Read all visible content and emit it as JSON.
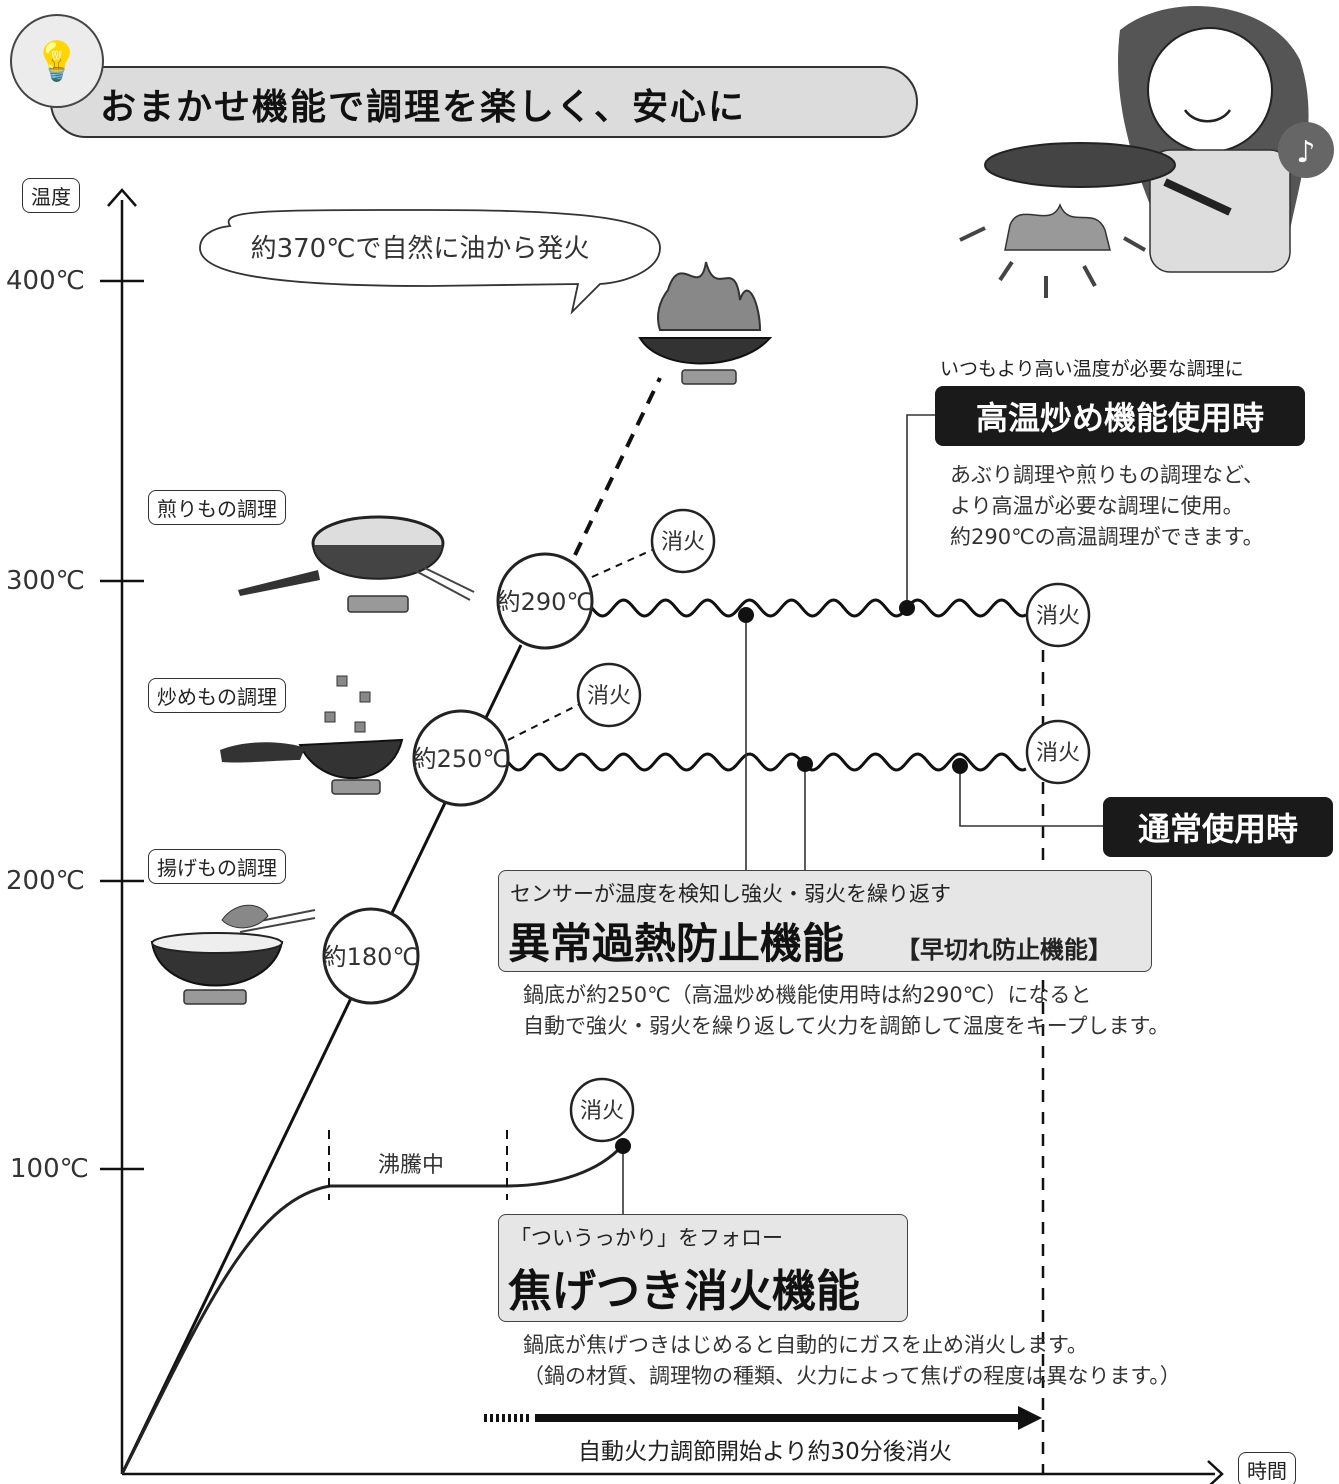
{
  "title": "おまかせ機能で調理を楽しく、安心に",
  "axes": {
    "y_label": "温度",
    "x_label": "時間",
    "y_ticks": [
      "400℃",
      "300℃",
      "200℃",
      "100℃"
    ]
  },
  "ignition_note": "約370℃で自然に油から発火",
  "cooking_types": {
    "fry_pan": "煎りもの調理",
    "stir_fry": "炒めもの調理",
    "deep_fry": "揚げもの調理"
  },
  "temps": {
    "t180": "約180℃",
    "t250": "約250℃",
    "t290": "約290℃"
  },
  "extinguish": "消火",
  "boiling": "沸騰中",
  "high_temp": {
    "lead": "いつもより高い温度が必要な調理に",
    "label": "高温炒め機能使用時",
    "desc": [
      "あぶり調理や煎りもの調理など、",
      "より高温が必要な調理に使用。",
      "約290℃の高温調理ができます。"
    ]
  },
  "normal": {
    "label": "通常使用時"
  },
  "overheat": {
    "lead": "センサーが温度を検知し強火・弱火を繰り返す",
    "title": "異常過熱防止機能",
    "sub": "【早切れ防止機能】",
    "desc": [
      "鍋底が約250℃（高温炒め機能使用時は約290℃）になると",
      "自動で強火・弱火を繰り返して火力を調節して温度をキープします。"
    ]
  },
  "scorch": {
    "lead": "「ついうっかり」をフォロー",
    "title": "焦げつき消火機能",
    "desc": [
      "鍋底が焦げつきはじめると自動的にガスを止め消火します。",
      "（鍋の材質、調理物の種類、火力によって焦げの程度は異なります。）"
    ]
  },
  "auto_off": "自動火力調節開始より約30分後消火",
  "colors": {
    "dark": "#1a1a1a",
    "gray_box": "#e6e6e6",
    "banner": "#dcdcdc"
  }
}
